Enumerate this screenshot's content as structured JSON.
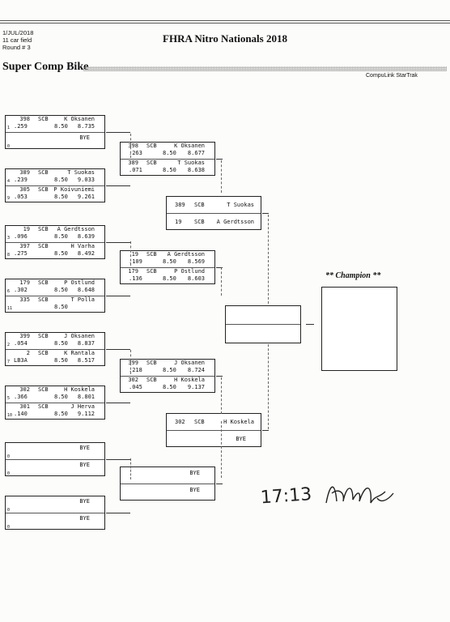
{
  "header": {
    "date": "1/JUL/2018",
    "field": "11 car field",
    "round": "Round # 3",
    "event_title": "FHRA Nitro Nationals 2018",
    "class_title": "Super Comp Bike",
    "software": "CompuLink StarTrak"
  },
  "round1": [
    {
      "lanes": [
        {
          "num": "398",
          "cls": "SCB",
          "name": "K Oksanen",
          "pos": "1",
          "rt": ".259",
          "dial": "8.50",
          "et": "8.735"
        },
        {
          "pos": "0",
          "bye": "BYE"
        }
      ]
    },
    {
      "lanes": [
        {
          "num": "389",
          "cls": "SCB",
          "name": "T Suokas",
          "pos": "4",
          "rt": ".239",
          "dial": "8.50",
          "et": "9.033"
        },
        {
          "num": "305",
          "cls": "SCB",
          "name": "P Koivuniemi",
          "pos": "9",
          "rt": ".053",
          "dial": "8.50",
          "et": "9.261"
        }
      ]
    },
    {
      "lanes": [
        {
          "num": "19",
          "cls": "SCB",
          "name": "A Gerdtsson",
          "pos": "3",
          "rt": ".096",
          "dial": "8.50",
          "et": "8.639"
        },
        {
          "num": "397",
          "cls": "SCB",
          "name": "H Varha",
          "pos": "8",
          "rt": ".275",
          "dial": "8.50",
          "et": "8.492"
        }
      ]
    },
    {
      "lanes": [
        {
          "num": "179",
          "cls": "SCB",
          "name": "P Ostlund",
          "pos": "6",
          "rt": ".302",
          "dial": "8.50",
          "et": "8.648"
        },
        {
          "num": "335",
          "cls": "SCB",
          "name": "T Polla",
          "pos": "11",
          "rt": "",
          "dial": "8.50",
          "et": ""
        }
      ]
    },
    {
      "lanes": [
        {
          "num": "399",
          "cls": "SCB",
          "name": "J Oksanen",
          "pos": "2",
          "rt": ".054",
          "dial": "8.50",
          "et": "8.837"
        },
        {
          "num": "2",
          "cls": "SCB",
          "name": "K Rantala",
          "pos": "7",
          "rt": "LB3A",
          "dial": "8.50",
          "et": "8.517"
        }
      ]
    },
    {
      "lanes": [
        {
          "num": "302",
          "cls": "SCB",
          "name": "H Koskela",
          "pos": "5",
          "rt": ".366",
          "dial": "8.50",
          "et": "8.801"
        },
        {
          "num": "301",
          "cls": "SCB",
          "name": "J Herva",
          "pos": "10",
          "rt": ".140",
          "dial": "8.50",
          "et": "9.112"
        }
      ]
    },
    {
      "lanes": [
        {
          "pos": "0",
          "bye": "BYE"
        },
        {
          "pos": "0",
          "bye": "BYE"
        }
      ]
    },
    {
      "lanes": [
        {
          "pos": "0",
          "bye": "BYE"
        },
        {
          "pos": "0",
          "bye": "BYE"
        }
      ]
    }
  ],
  "round2": [
    {
      "lanes": [
        {
          "num": "398",
          "cls": "SCB",
          "name": "K Oksanen",
          "rt": ".263",
          "dial": "8.50",
          "et": "8.677"
        },
        {
          "num": "389",
          "cls": "SCB",
          "name": "T Suokas",
          "rt": ".071",
          "dial": "8.50",
          "et": "8.638"
        }
      ]
    },
    {
      "lanes": [
        {
          "num": "19",
          "cls": "SCB",
          "name": "A Gerdtsson",
          "rt": ".109",
          "dial": "8.50",
          "et": "8.569"
        },
        {
          "num": "179",
          "cls": "SCB",
          "name": "P Ostlund",
          "rt": ".136",
          "dial": "8.50",
          "et": "8.603"
        }
      ]
    },
    {
      "lanes": [
        {
          "num": "399",
          "cls": "SCB",
          "name": "J Oksanen",
          "rt": ".218",
          "dial": "8.50",
          "et": "8.724"
        },
        {
          "num": "302",
          "cls": "SCB",
          "name": "H Koskela",
          "rt": ".045",
          "dial": "8.50",
          "et": "9.137"
        }
      ]
    },
    {
      "lanes": [
        {
          "bye": "BYE"
        },
        {
          "bye": "BYE"
        }
      ]
    }
  ],
  "round3": [
    {
      "lanes": [
        {
          "num": "389",
          "cls": "SCB",
          "name": "T Suokas"
        },
        {
          "num": "19",
          "cls": "SCB",
          "name": "A Gerdtsson"
        }
      ]
    },
    {
      "lanes": [
        {
          "num": "302",
          "cls": "SCB",
          "name": "H Koskela"
        },
        {
          "bye": "BYE"
        }
      ]
    }
  ],
  "champion_label": "** Champion **",
  "handwritten_note": "17:13"
}
